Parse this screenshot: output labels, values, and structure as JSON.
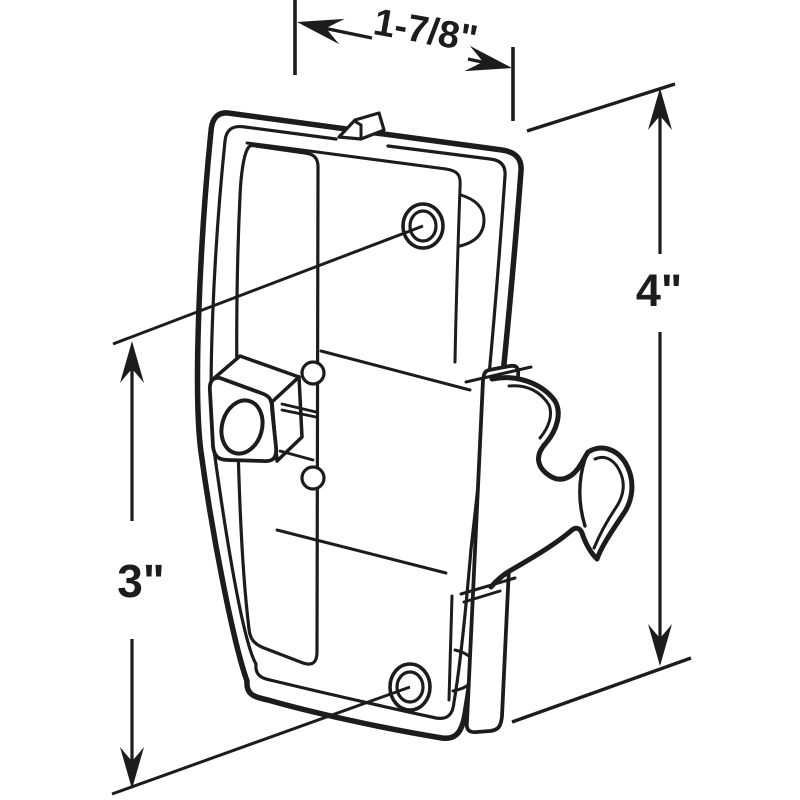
{
  "diagram": {
    "kind": "technical-line-drawing",
    "background_color": "#ffffff",
    "line_color": "#1c1c1c",
    "dimensions": {
      "width": {
        "label": "1-7/8\"",
        "orientation": "horizontal-top"
      },
      "height": {
        "label": "4\"",
        "orientation": "vertical-right"
      },
      "screw_spacing": {
        "label": "3\"",
        "orientation": "vertical-left"
      }
    }
  }
}
